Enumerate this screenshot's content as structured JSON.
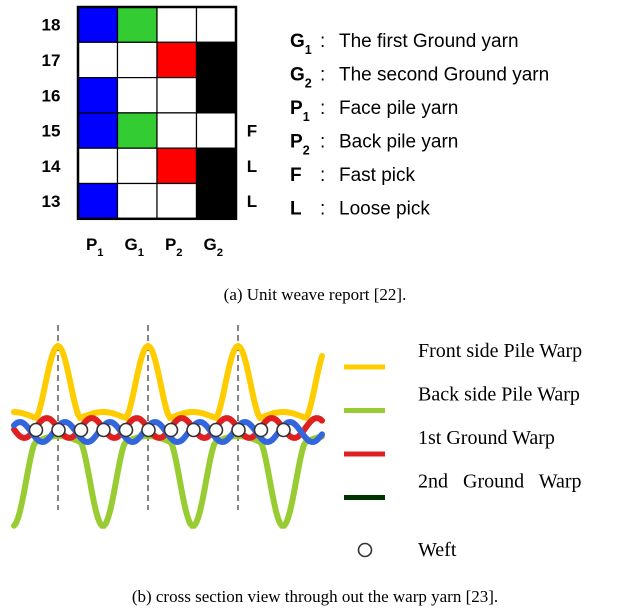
{
  "weave_report": {
    "row_labels": [
      "18",
      "17",
      "16",
      "15",
      "14",
      "13"
    ],
    "pick_labels": [
      "",
      "",
      "",
      "F",
      "L",
      "L"
    ],
    "columns": [
      {
        "main": "P",
        "sub": "1"
      },
      {
        "main": "G",
        "sub": "1"
      },
      {
        "main": "P",
        "sub": "2"
      },
      {
        "main": "G",
        "sub": "2"
      }
    ],
    "grid": [
      [
        "blue",
        "green",
        "white",
        "white"
      ],
      [
        "white",
        "white",
        "red",
        "black"
      ],
      [
        "blue",
        "white",
        "white",
        "black"
      ],
      [
        "blue",
        "green",
        "white",
        "white"
      ],
      [
        "white",
        "white",
        "red",
        "black"
      ],
      [
        "blue",
        "white",
        "white",
        "black"
      ]
    ],
    "colors": {
      "blue": "#0000ff",
      "green": "#33cc33",
      "red": "#ff0000",
      "black": "#000000",
      "white": "#ffffff"
    },
    "legend": [
      {
        "main": "G",
        "sub": "1",
        "desc": "The first Ground yarn"
      },
      {
        "main": "G",
        "sub": "2",
        "desc": "The second Ground yarn"
      },
      {
        "main": "P",
        "sub": "1",
        "desc": "Face pile yarn"
      },
      {
        "main": "P",
        "sub": "2",
        "desc": "Back pile yarn"
      },
      {
        "main": "F",
        "sub": "",
        "desc": "Fast pick"
      },
      {
        "main": "L",
        "sub": "",
        "desc": "Loose pick"
      }
    ],
    "caption": "(a) Unit weave report [22]."
  },
  "cross_section": {
    "legend": [
      {
        "label": "Front side Pile Warp",
        "color": "#ffcc00"
      },
      {
        "label": "Back side Pile Warp",
        "color": "#99cc33"
      },
      {
        "label": "1st Ground Warp",
        "color": "#e02020"
      },
      {
        "label": "2nd   Ground   Warp",
        "color": "#003300"
      }
    ],
    "weft_label": "Weft",
    "wefts_shown": 12,
    "colors": {
      "weft_outline": "#333333",
      "ground_2": "#3366dd"
    },
    "caption": "(b) cross section view through out the warp yarn [23]."
  }
}
